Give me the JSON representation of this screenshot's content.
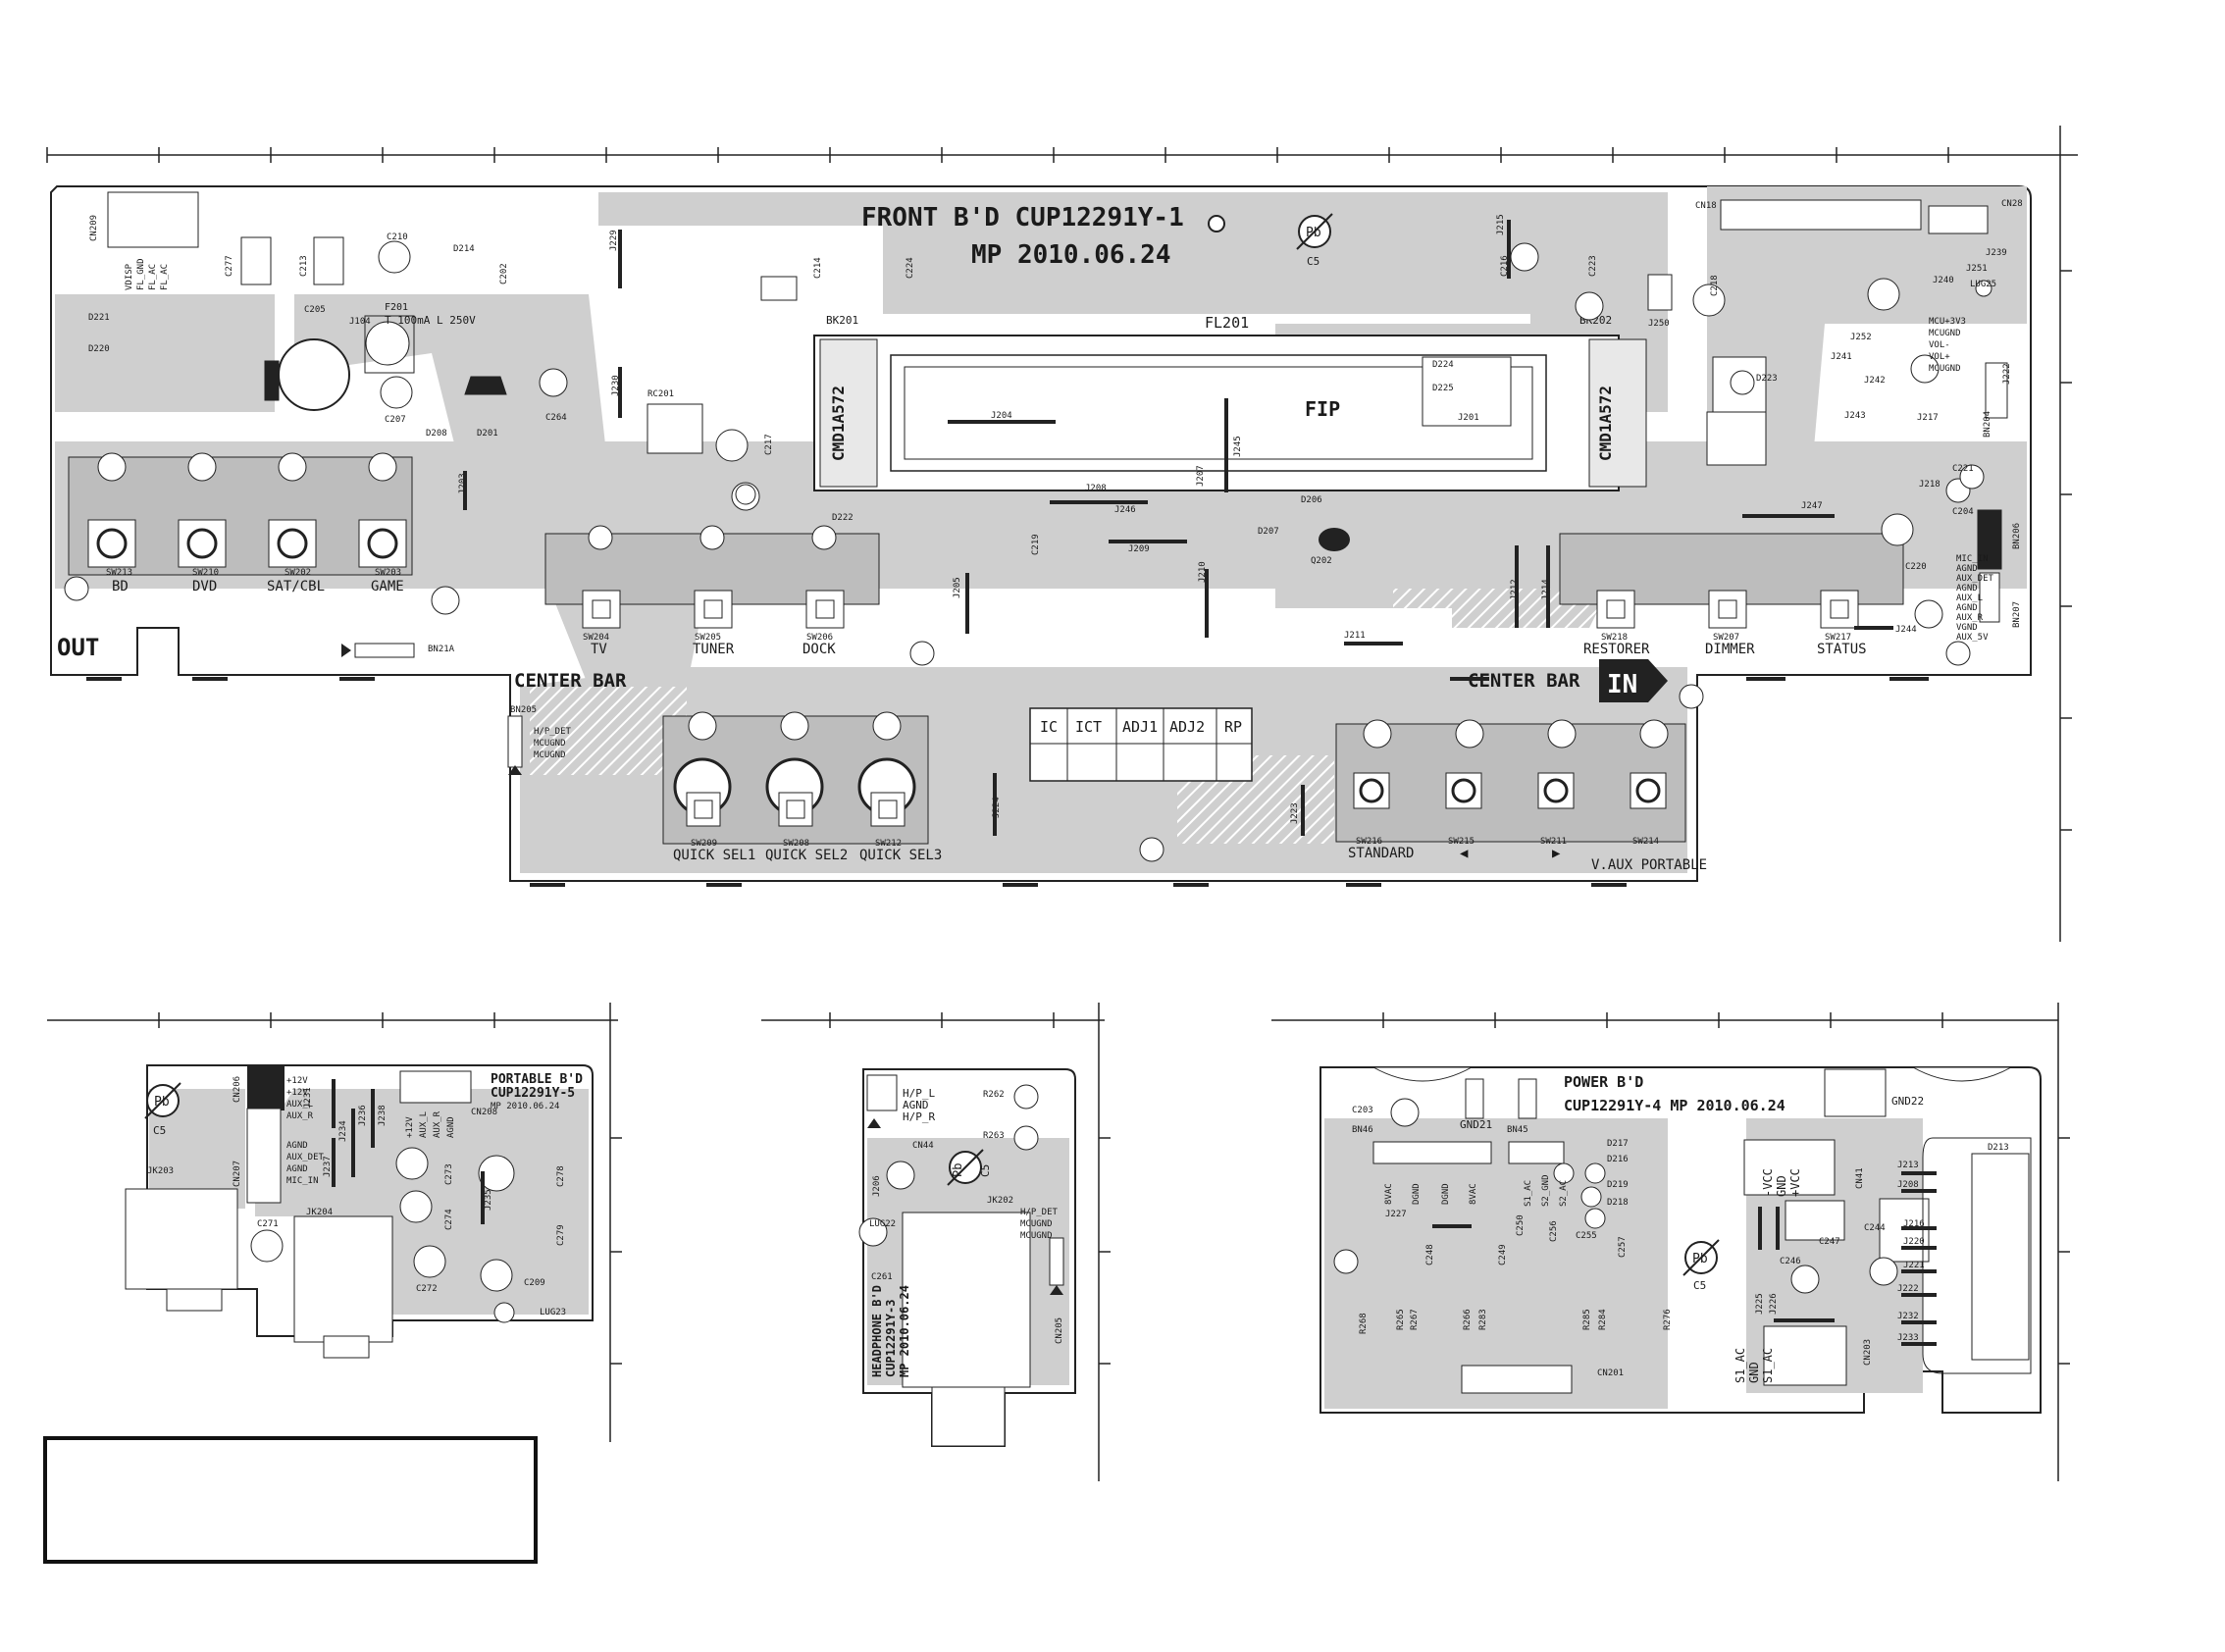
{
  "front": {
    "title": "FRONT B'D CUP12291Y-1",
    "date": "MP 2010.06.24",
    "pb_symbol": "Pb",
    "pb_code": "C5",
    "bk_left": "BK201",
    "bk_right": "BK202",
    "cmd_left": "CMD1A572",
    "cmd_right": "CMD1A572",
    "fl_label": "FL201",
    "fip_label": "FIP",
    "out_label": "OUT",
    "center_bar_left": "CENTER BAR",
    "center_bar_right": "CENTER BAR",
    "in_label": "IN",
    "fuse_label": "F201",
    "fuse_rating": "T 100mA L 250V",
    "j104": "J104",
    "c205": "C205",
    "rc201": "RC201",
    "cn209": "CN209",
    "cn18": "CN18",
    "cn28": "CN28",
    "bn205": "BN205",
    "bn21a": "BN21A",
    "bn204": "BN204",
    "bn206": "BN206",
    "bn207": "BN207",
    "lug25": "LUG25",
    "q202": "Q202",
    "pin_fl_left": [
      "VDISP",
      "FL_GND",
      "FL_AC",
      "FL_AC"
    ],
    "pin_bn205": [
      "H/P_DET",
      "MCUGND",
      "MCUGND"
    ],
    "pin_bn204": [
      "MCU+3V3",
      "MCUGND",
      "VOL-",
      "VOL+",
      "MCUGND"
    ],
    "pin_bn206": [
      "MIC_IN",
      "AGND",
      "AUX_DET",
      "AGND",
      "AUX_L",
      "AGND",
      "AUX_R",
      "VGND",
      "AUX_5V"
    ],
    "switches_out": [
      {
        "ref": "SW213",
        "label": "BD"
      },
      {
        "ref": "SW210",
        "label": "DVD"
      },
      {
        "ref": "SW202",
        "label": "SAT/CBL"
      },
      {
        "ref": "SW203",
        "label": "GAME"
      }
    ],
    "switches_mid": [
      {
        "ref": "SW204",
        "label": "TV"
      },
      {
        "ref": "SW205",
        "label": "TUNER"
      },
      {
        "ref": "SW206",
        "label": "DOCK"
      }
    ],
    "switches_right": [
      {
        "ref": "SW218",
        "label": "RESTORER"
      },
      {
        "ref": "SW207",
        "label": "DIMMER"
      },
      {
        "ref": "SW217",
        "label": "STATUS"
      }
    ],
    "switches_quick": [
      {
        "ref": "SW209",
        "label": "QUICK SEL1"
      },
      {
        "ref": "SW208",
        "label": "QUICK SEL2"
      },
      {
        "ref": "SW212",
        "label": "QUICK SEL3"
      }
    ],
    "switches_bottom_right": [
      {
        "ref": "SW216",
        "label": "STANDARD"
      },
      {
        "ref": "SW215",
        "label": "◀"
      },
      {
        "ref": "SW211",
        "label": "▶"
      },
      {
        "ref": "SW214",
        "label": "V.AUX PORTABLE"
      }
    ],
    "test_table": [
      "IC",
      "ICT",
      "ADJ1",
      "ADJ2",
      "RP"
    ],
    "jumpers": [
      "J229",
      "J230",
      "J203",
      "J215",
      "J204",
      "J207",
      "J208",
      "J209",
      "J210",
      "J205",
      "J246",
      "J245",
      "J201",
      "J211",
      "J212",
      "J214",
      "J224",
      "J223",
      "J247",
      "J244",
      "J250",
      "J252",
      "J241",
      "J242",
      "J243",
      "J217",
      "J218",
      "J239",
      "J251",
      "J240",
      "J222"
    ],
    "caps": [
      "C210",
      "C277",
      "C213",
      "C207",
      "C264",
      "C217",
      "C214",
      "C224",
      "C219",
      "C216",
      "C223",
      "C218",
      "C221",
      "C204",
      "C220",
      "C202"
    ],
    "diodes": [
      "D221",
      "D220",
      "D214",
      "D208",
      "D201",
      "D222",
      "D224",
      "D225",
      "D206",
      "D207",
      "D223"
    ]
  },
  "portable": {
    "title": "PORTABLE B'D",
    "code": "CUP12291Y-5",
    "date": "MP 2010.06.24",
    "pb_symbol": "Pb",
    "pb_code": "C5",
    "cn206": "CN206",
    "cn207": "CN207",
    "cn208": "CN208",
    "jk203": "JK203",
    "jk204": "JK204",
    "lug23": "LUG23",
    "caps": [
      "C271",
      "C272",
      "C273",
      "C274",
      "C278",
      "C279",
      "C209"
    ],
    "jumpers": [
      "J231",
      "J237",
      "J234",
      "J236",
      "J238",
      "J235"
    ],
    "pins_cn206": [
      "+12V",
      "+12V",
      "AUX_L",
      "AUX_R",
      "AGND",
      "AUX_DET",
      "AGND",
      "MIC_IN"
    ],
    "pins_cn208": [
      "+12V",
      "AUX_L",
      "AUX_R",
      "AGND"
    ]
  },
  "headphone": {
    "title": "HEADPHONE B'D",
    "code": "CUP12291Y-3",
    "date": "MP 2010.06.24",
    "pb_symbol": "Pb",
    "pb_code": "C5",
    "cn44": "CN44",
    "cn205": "CN205",
    "jk202": "JK202",
    "lug22": "LUG22",
    "r262": "R262",
    "r263": "R263",
    "c261": "C261",
    "j206": "J206",
    "pins_cn44": [
      "H/P_L",
      "AGND",
      "H/P_R"
    ],
    "pins_cn205": [
      "H/P_DET",
      "MCUGND",
      "MCUGND"
    ]
  },
  "power": {
    "title": "POWER B'D",
    "code": "CUP12291Y-4 MP 2010.06.24",
    "pb_symbol": "Pb",
    "pb_code": "C5",
    "gnd21": "GND21",
    "gnd22": "GND22",
    "bn46": "BN46",
    "bn45": "BN45",
    "cn41": "CN41",
    "cn201": "CN201",
    "cn203": "CN203",
    "d213": "D213",
    "diodes": [
      "D217",
      "D216",
      "D219",
      "D218"
    ],
    "caps": [
      "C203",
      "C248",
      "C249",
      "C250",
      "C256",
      "C255",
      "C257",
      "C246",
      "C247",
      "C244"
    ],
    "jumpers": [
      "J227",
      "J213",
      "J208",
      "J216",
      "J220",
      "J221",
      "J222",
      "J232",
      "J233",
      "J225",
      "J226"
    ],
    "resistors": [
      "R268",
      "R265",
      "R267",
      "R266",
      "R283",
      "R285",
      "R284",
      "R276"
    ],
    "pins_left": [
      "8VAC",
      "DGND",
      "DGND",
      "8VAC"
    ],
    "pins_mid": [
      "S1_AC",
      "S2_GND",
      "S2_AC"
    ],
    "pins_right": [
      "-VCC",
      "GND",
      "+VCC"
    ],
    "pins_bottom": [
      "S1_AC",
      "GND",
      "S1_AC"
    ]
  },
  "blank_box_label": ""
}
